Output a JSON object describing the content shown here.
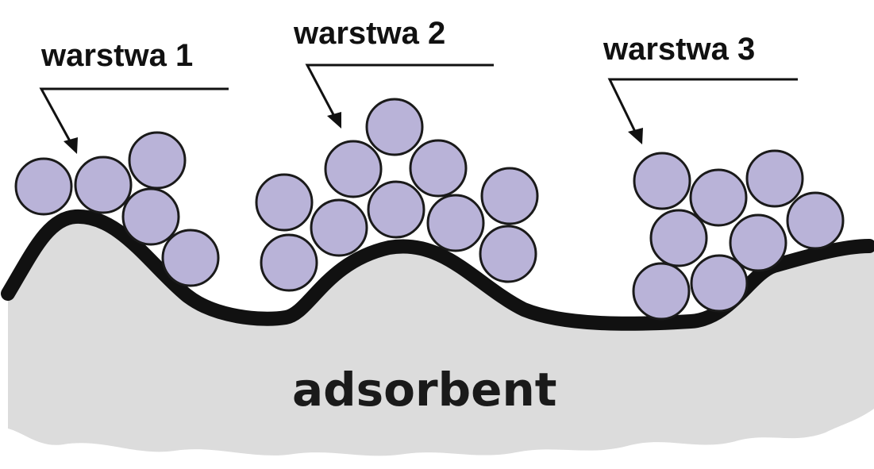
{
  "labels": {
    "layer_1": "warstwa 1",
    "layer_2": "warstwa 2",
    "layer_3": "warstwa 3",
    "substrate": "adsorbent"
  },
  "colors": {
    "molecule_fill": "#b9b3d8",
    "molecule_stroke": "#1a1a1a",
    "surface_stroke": "#111111",
    "substrate_fill": "#dcdcdc",
    "text": "#111111"
  }
}
